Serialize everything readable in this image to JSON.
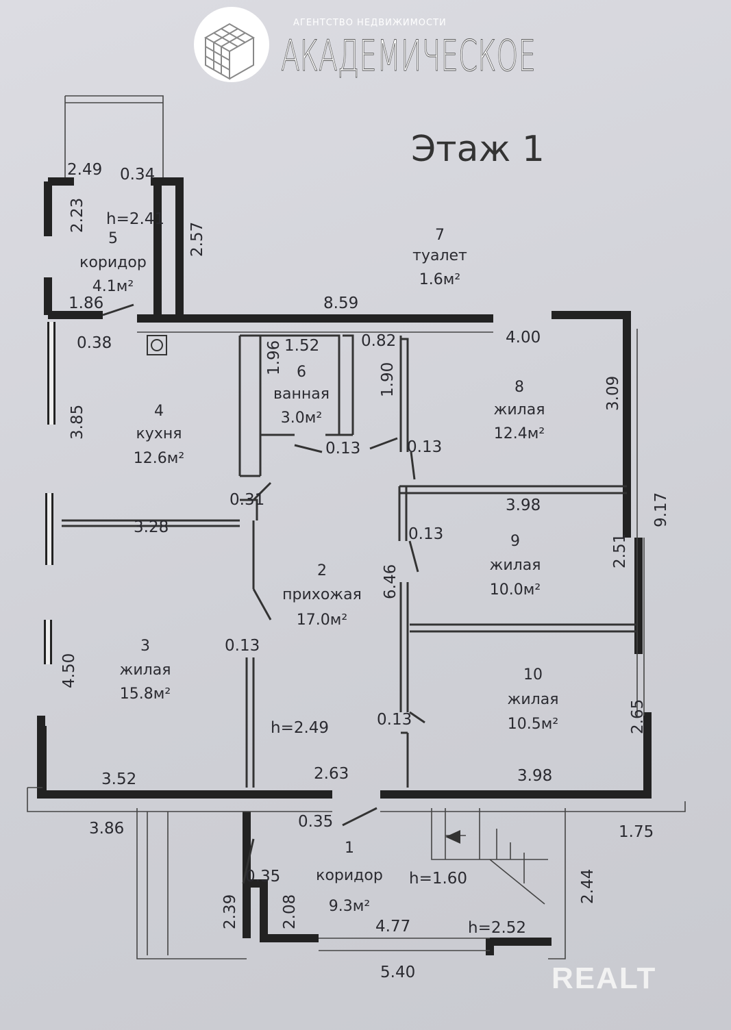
{
  "logo": {
    "agency": "АГЕНТСТВО НЕДВИЖИМОСТИ",
    "name": "АКАДЕМИЧЕСКОЕ"
  },
  "floor_title": "Этаж 1",
  "watermark": "REALT",
  "rooms": [
    {
      "num": "1",
      "name": "коридор",
      "area": "9.3м²"
    },
    {
      "num": "2",
      "name": "прихожая",
      "area": "17.0м²"
    },
    {
      "num": "3",
      "name": "жилая",
      "area": "15.8м²"
    },
    {
      "num": "4",
      "name": "кухня",
      "area": "12.6м²"
    },
    {
      "num": "5",
      "name": "коридор",
      "area": "4.1м²"
    },
    {
      "num": "6",
      "name": "ванная",
      "area": "3.0м²"
    },
    {
      "num": "7",
      "name": "туалет",
      "area": "1.6м²"
    },
    {
      "num": "8",
      "name": "жилая",
      "area": "12.4м²"
    },
    {
      "num": "9",
      "name": "жилая",
      "area": "10.0м²"
    },
    {
      "num": "10",
      "name": "жилая",
      "area": "10.5м²"
    }
  ],
  "heights": [
    "h=2.41",
    "h=2.49",
    "h=1.60",
    "h=2.52"
  ],
  "dims": [
    "2.49",
    "0.34",
    "2.23",
    "2.57",
    "1.86",
    "0.38",
    "8.59",
    "0.82",
    "4.00",
    "1.52",
    "1.96",
    "1.90",
    "3.09",
    "3.85",
    "0.13",
    "0.13",
    "3.98",
    "0.31",
    "3.28",
    "0.13",
    "9.17",
    "2.51",
    "6.46",
    "0.13",
    "4.50",
    "0.13",
    "2.65",
    "3.52",
    "2.63",
    "3.98",
    "3.86",
    "0.35",
    "1.75",
    "0.35",
    "2.39",
    "2.08",
    "4.77",
    "2.44",
    "5.40"
  ]
}
